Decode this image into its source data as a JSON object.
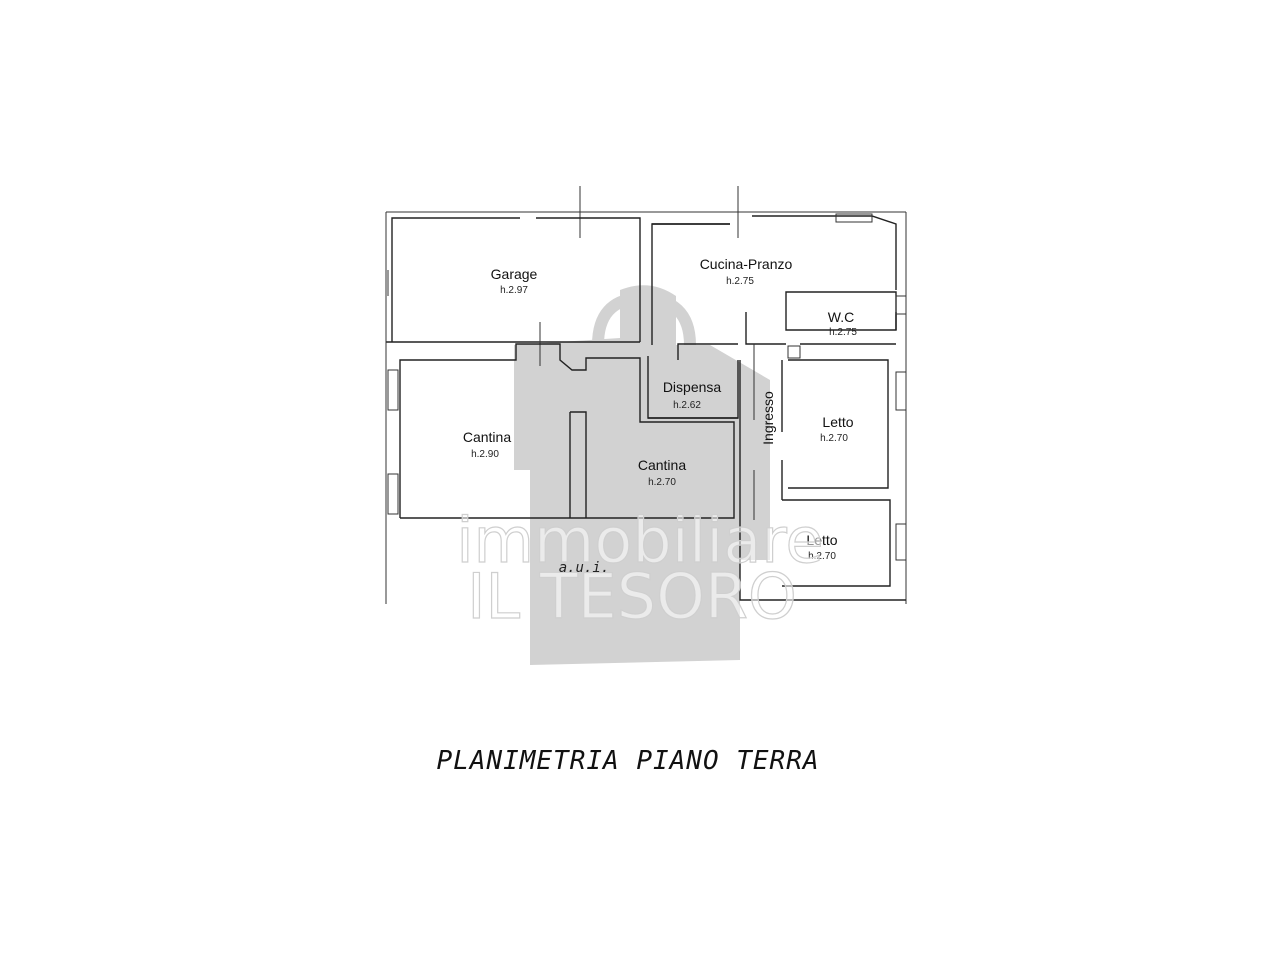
{
  "rooms": {
    "garage": {
      "name": "Garage",
      "height": "h.2.97"
    },
    "cucina": {
      "name": "Cucina-Pranzo",
      "height": "h.2.75"
    },
    "wc": {
      "name": "W.C",
      "height": "h.2.75"
    },
    "dispensa": {
      "name": "Dispensa",
      "height": "h.2.62"
    },
    "ingresso": {
      "name": "Ingresso"
    },
    "letto1": {
      "name": "Letto",
      "height": "h.2.70"
    },
    "letto2": {
      "name": "Letto",
      "height": "h.2.70"
    },
    "cantina1": {
      "name": "Cantina",
      "height": "h.2.90"
    },
    "cantina2": {
      "name": "Cantina",
      "height": "h.2.70"
    }
  },
  "labels": {
    "aui": "a.u.i."
  },
  "watermark": {
    "line1": "immobiliare",
    "line2": "IL TESORO",
    "color": "#cfcfcf"
  },
  "caption": "PLANIMETRIA PIANO TERRA"
}
